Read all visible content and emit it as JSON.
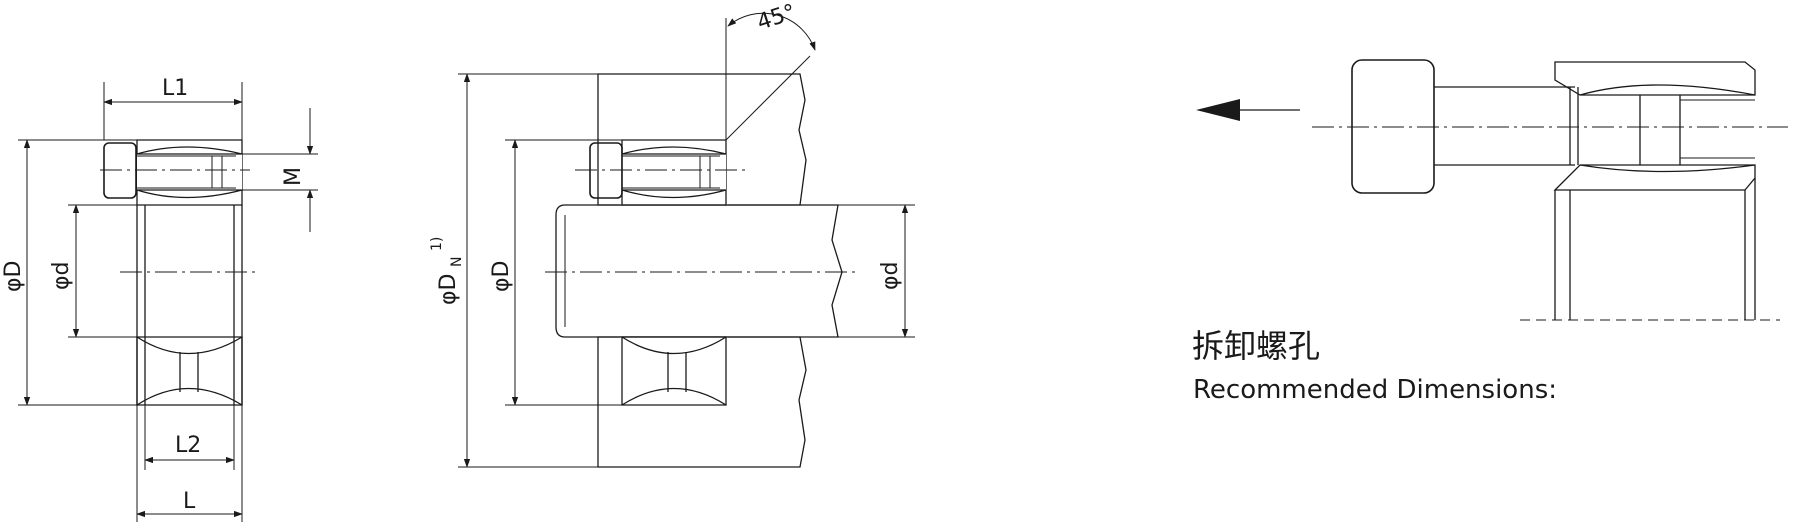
{
  "view_a": {
    "dim_L1": "L1",
    "dim_M": "M",
    "dim_D": "φD",
    "dim_d": "φd",
    "dim_L2": "L2",
    "dim_L": "L"
  },
  "view_b": {
    "dim_angle": "45°",
    "dim_DN": "φD",
    "dim_DN_sub": "N",
    "dim_DN_note": "1)",
    "dim_D": "φD",
    "dim_d": "φd"
  },
  "view_c": {
    "arrow": "removal-direction-arrow"
  },
  "labels": {
    "removal_hole": "拆卸螺孔",
    "recommended": "Recommended Dimensions:"
  }
}
